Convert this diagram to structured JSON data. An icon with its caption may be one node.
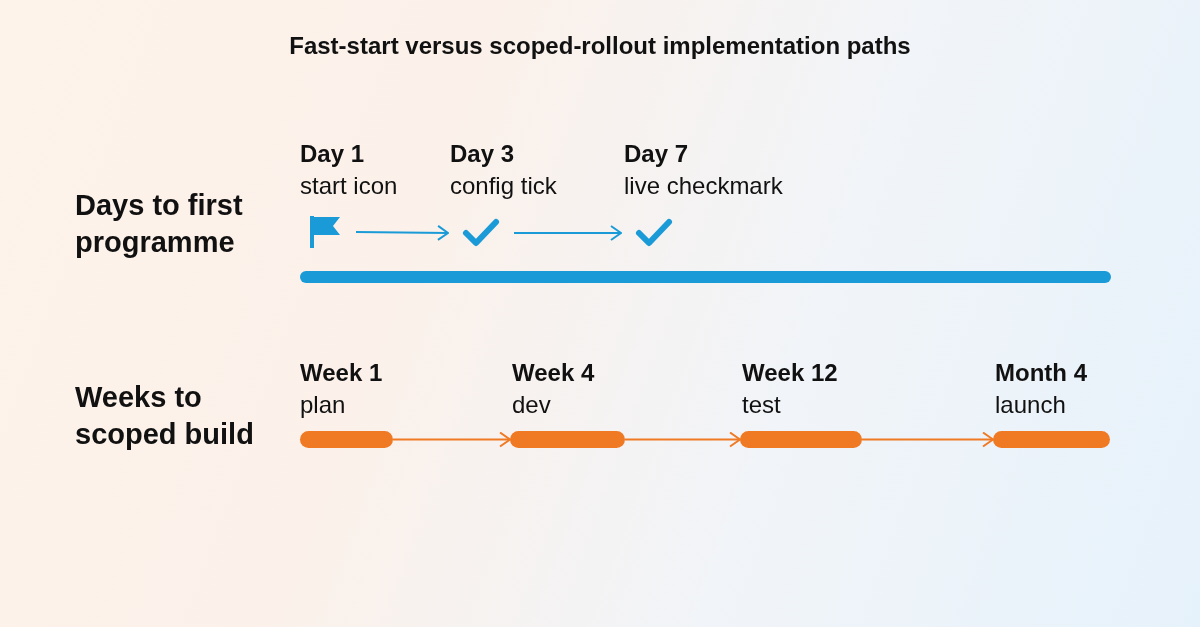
{
  "diagram": {
    "title": "Fast-start versus scoped-rollout implementation paths",
    "nodes": [
      {
        "text": [],
        "shape": "flag",
        "beside": [
          "Day 1",
          "start icon"
        ]
      },
      {
        "text": [],
        "shape": "check",
        "beside": [
          "Day 3",
          "config tick"
        ]
      },
      {
        "text": [],
        "shape": "check",
        "beside": [
          "Day 7",
          "live checkmark"
        ]
      },
      {
        "text": [],
        "shape": "bar",
        "beside": [
          "Week 1",
          "plan"
        ]
      },
      {
        "text": [],
        "shape": "bar",
        "beside": [
          "Week 4",
          "dev"
        ]
      },
      {
        "text": [],
        "shape": "bar",
        "beside": [
          "Week 12",
          "test"
        ]
      },
      {
        "text": [],
        "shape": "bar",
        "beside": [
          "Month 4",
          "launch"
        ]
      }
    ],
    "edges": [
      {
        "from": 0,
        "to": 1,
        "arrow": "to",
        "color": "#1a9bd7"
      },
      {
        "from": 1,
        "to": 2,
        "arrow": "to",
        "color": "#1a9bd7"
      },
      {
        "from": 3,
        "to": 4,
        "arrow": "to",
        "color": "#f07a24"
      },
      {
        "from": 4,
        "to": 5,
        "arrow": "to",
        "color": "#f07a24"
      },
      {
        "from": 5,
        "to": 6,
        "arrow": "to",
        "color": "#f07a24"
      }
    ],
    "labels": [
      "Days to first programme",
      "Weeks to scoped build"
    ]
  }
}
